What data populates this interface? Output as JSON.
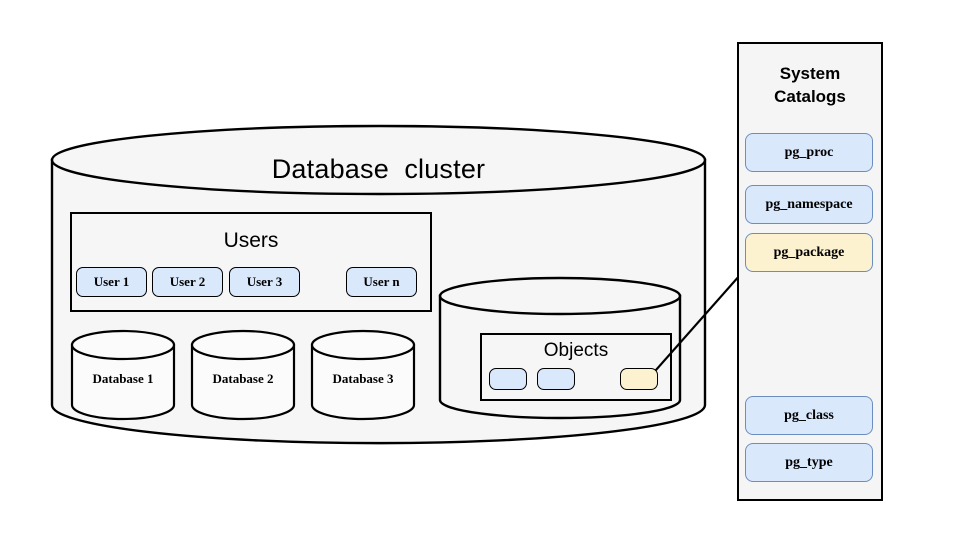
{
  "diagram": {
    "cluster_title": "Database  cluster",
    "users_group_title": "Users",
    "objects_group_title": "Objects",
    "users": [
      {
        "label": "User 1"
      },
      {
        "label": "User 2"
      },
      {
        "label": "User 3"
      },
      {
        "label": "User n"
      }
    ],
    "databases": [
      {
        "label": "Database 1"
      },
      {
        "label": "Database 2"
      },
      {
        "label": "Database 3"
      }
    ],
    "objects": [
      {
        "label": "",
        "kind": "blue"
      },
      {
        "label": "",
        "kind": "blue"
      },
      {
        "label": "",
        "kind": "yellow"
      }
    ]
  },
  "panel": {
    "title_line1": "System",
    "title_line2": "Catalogs",
    "catalogs": [
      {
        "label": "pg_proc",
        "highlight": false
      },
      {
        "label": "pg_namespace",
        "highlight": false
      },
      {
        "label": "pg_package",
        "highlight": true
      },
      {
        "label": "pg_class",
        "highlight": false
      },
      {
        "label": "pg_type",
        "highlight": false
      }
    ]
  },
  "colors": {
    "canvas": "#ffffff",
    "panel_fill": "#f5f5f5",
    "cylinder_fill": "#f6f6f6",
    "db_fill": "#fbfbfb",
    "chip_blue_fill": "#dae8fc",
    "chip_blue_border": "#6c8ebf",
    "chip_yellow_fill": "#fdf2cf",
    "stroke": "#000000"
  },
  "connector": {
    "from": "objects-chip-yellow",
    "to": "catalog-pg_package"
  }
}
